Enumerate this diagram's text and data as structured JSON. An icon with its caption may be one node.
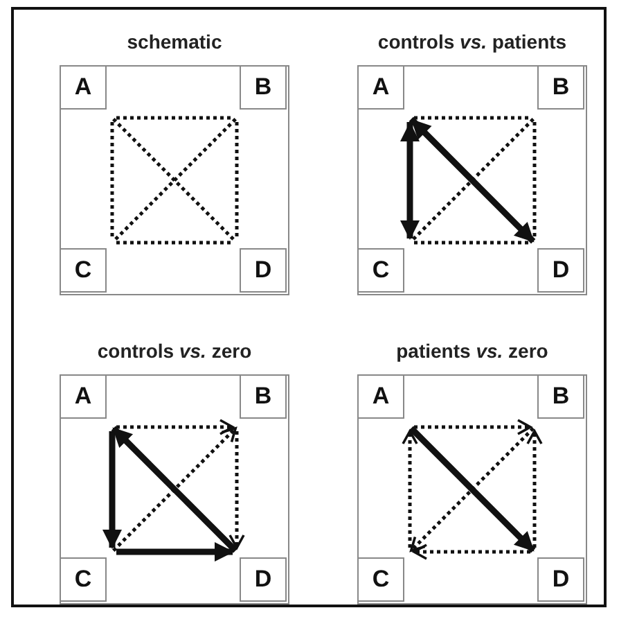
{
  "diagram": {
    "nodes": [
      {
        "text": [
          "schematic"
        ]
      },
      {
        "text": [
          "A"
        ],
        "in": 0
      },
      {
        "text": [
          "B"
        ],
        "in": 0
      },
      {
        "text": [
          "C"
        ],
        "in": 0
      },
      {
        "text": [
          "D"
        ],
        "in": 0
      },
      {
        "text": [
          "controls *vs.* patients"
        ]
      },
      {
        "text": [
          "A"
        ],
        "in": 5
      },
      {
        "text": [
          "B"
        ],
        "in": 5
      },
      {
        "text": [
          "C"
        ],
        "in": 5
      },
      {
        "text": [
          "D"
        ],
        "in": 5
      },
      {
        "text": [
          "controls *vs.* zero"
        ]
      },
      {
        "text": [
          "A"
        ],
        "in": 10
      },
      {
        "text": [
          "B"
        ],
        "in": 10
      },
      {
        "text": [
          "C"
        ],
        "in": 10
      },
      {
        "text": [
          "D"
        ],
        "in": 10
      },
      {
        "text": [
          "patients *vs.* zero"
        ]
      },
      {
        "text": [
          "A"
        ],
        "in": 15
      },
      {
        "text": [
          "B"
        ],
        "in": 15
      },
      {
        "text": [
          "C"
        ],
        "in": 15
      },
      {
        "text": [
          "D"
        ],
        "in": 15
      }
    ],
    "edges": [
      {
        "from": 1,
        "to": 2,
        "arrow": "none",
        "style": "dashed"
      },
      {
        "from": 1,
        "to": 3,
        "arrow": "none",
        "style": "dashed"
      },
      {
        "from": 1,
        "to": 4,
        "arrow": "none",
        "style": "dashed"
      },
      {
        "from": 2,
        "to": 3,
        "arrow": "none",
        "style": "dashed"
      },
      {
        "from": 2,
        "to": 4,
        "arrow": "none",
        "style": "dashed"
      },
      {
        "from": 3,
        "to": 4,
        "arrow": "none",
        "style": "dashed"
      },
      {
        "from": 6,
        "to": 7,
        "arrow": "none",
        "style": "dashed"
      },
      {
        "from": 6,
        "to": 8,
        "arrow": "both",
        "style": "thick"
      },
      {
        "from": 6,
        "to": 9,
        "arrow": "both",
        "style": "thick"
      },
      {
        "from": 7,
        "to": 8,
        "arrow": "none",
        "style": "dashed"
      },
      {
        "from": 7,
        "to": 9,
        "arrow": "none",
        "style": "dashed"
      },
      {
        "from": 8,
        "to": 9,
        "arrow": "none",
        "style": "dashed"
      },
      {
        "from": 11,
        "to": 12,
        "arrow": "to",
        "style": "dashed"
      },
      {
        "from": 11,
        "to": 13,
        "arrow": "to",
        "style": "thick"
      },
      {
        "from": 14,
        "to": 11,
        "arrow": "to",
        "style": "thick"
      },
      {
        "from": 13,
        "to": 12,
        "arrow": "to",
        "style": "dashed"
      },
      {
        "from": 12,
        "to": 14,
        "arrow": "to",
        "style": "dashed"
      },
      {
        "from": 13,
        "to": 14,
        "arrow": "to",
        "style": "thick"
      },
      {
        "from": 16,
        "to": 17,
        "arrow": "to",
        "style": "dashed"
      },
      {
        "from": 18,
        "to": 16,
        "arrow": "to",
        "style": "dashed"
      },
      {
        "from": 16,
        "to": 19,
        "arrow": "to",
        "style": "thick"
      },
      {
        "from": 17,
        "to": 18,
        "arrow": "to",
        "style": "dashed"
      },
      {
        "from": 19,
        "to": 17,
        "arrow": "to",
        "style": "dashed"
      },
      {
        "from": 19,
        "to": 18,
        "arrow": "to",
        "style": "dashed"
      }
    ]
  }
}
